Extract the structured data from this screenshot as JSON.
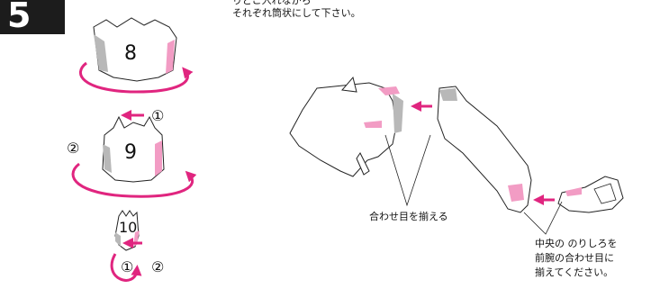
{
  "step": {
    "number": "5"
  },
  "instruction": {
    "line1": "りどこ入れなから",
    "line2": "それぞれ筒状にして下さい。"
  },
  "parts": {
    "part8": "8",
    "part9": "9",
    "part10": "10"
  },
  "markers": {
    "circle1_a": "①",
    "circle2_a": "②",
    "circle1_b": "①",
    "circle2_b": "②"
  },
  "labels": {
    "align_seams": "合わせ目を揃える",
    "note_line1": "中央の のりしろを",
    "note_line2": "前腕の合わせ目に",
    "note_line3": "揃えてください。"
  },
  "colors": {
    "accent": "#e0257f",
    "pink": "#f29cc4",
    "gray": "#b8b8b8",
    "outline": "#222222",
    "badge": "#1c1c1c"
  }
}
